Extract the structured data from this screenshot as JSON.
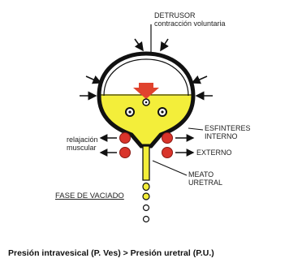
{
  "labels": {
    "detrusor_line1": "DETRUSOR",
    "detrusor_line2": "contracción voluntaria",
    "sphincter_line1": "ESFINTERES",
    "sphincter_line2": "INTERNO",
    "external": "EXTERNO",
    "relax_line1": "relajación",
    "relax_line2": "muscular",
    "meatus_line1": "MEATO",
    "meatus_line2": "URETRAL",
    "phase": "FASE DE VACIADO",
    "caption": "Presión intravesical (P. Ves) > Presión uretral (P.U.)"
  },
  "colors": {
    "urine": "#f3ee3a",
    "bladder_wall": "#111111",
    "sphincter": "#d9342b",
    "arrow_down": "#e0432e",
    "ink": "#222222"
  },
  "icons": {
    "pressure_arrows": "arrow-icon",
    "downward_arrow": "down-arrow-icon",
    "sphincter_circles": "circle-icon"
  }
}
